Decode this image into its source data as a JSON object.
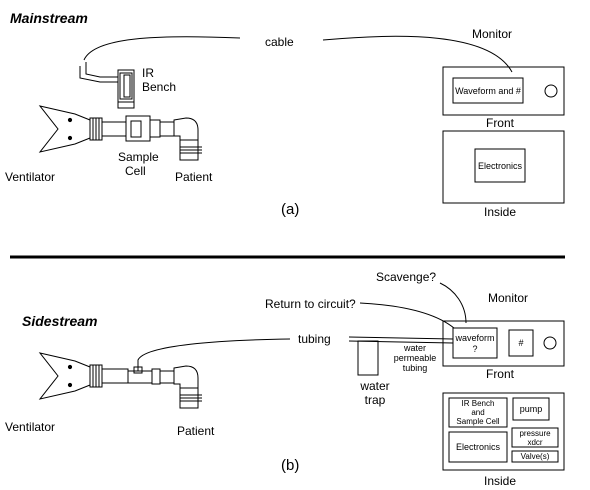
{
  "top": {
    "title": "Mainstream",
    "cable": "cable",
    "monitor": "Monitor",
    "ir_bench_line1": "IR",
    "ir_bench_line2": "Bench",
    "sample_line1": "Sample",
    "sample_line2": "Cell",
    "ventilator": "Ventilator",
    "patient": "Patient",
    "waveform": "Waveform and #",
    "front": "Front",
    "electronics": "Electronics",
    "inside": "Inside",
    "caption": "(a)"
  },
  "bottom": {
    "title": "Sidestream",
    "scavenge": "Scavenge?",
    "return": "Return to circuit?",
    "monitor": "Monitor",
    "tubing": "tubing",
    "water_perm_1": "water",
    "water_perm_2": "permeable",
    "water_perm_3": "tubing",
    "waveform_1": "waveform",
    "waveform_2": "?",
    "hash": "#",
    "water_trap_1": "water",
    "water_trap_2": "trap",
    "front": "Front",
    "ventilator": "Ventilator",
    "patient": "Patient",
    "irbench_1": "IR Bench",
    "irbench_2": "and",
    "irbench_3": "Sample Cell",
    "pump": "pump",
    "pressure_1": "pressure",
    "pressure_2": "xdcr",
    "electronics": "Electronics",
    "valve": "Valve(s)",
    "inside": "Inside",
    "caption": "(b)"
  }
}
